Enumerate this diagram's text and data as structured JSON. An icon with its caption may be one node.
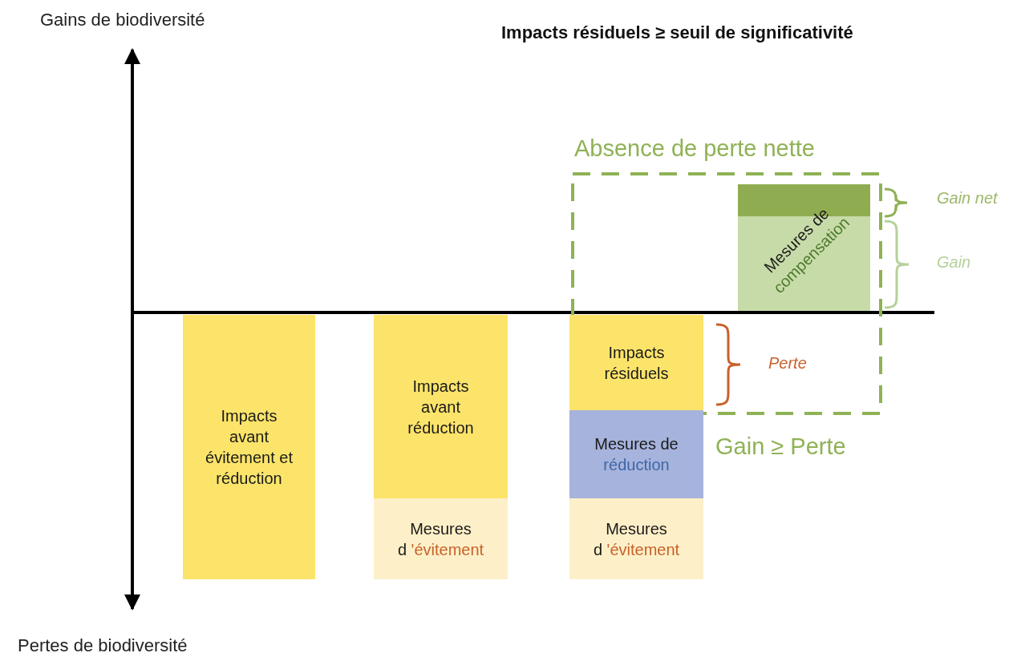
{
  "diagram": {
    "title": "Impacts résiduels ≥ seuil de significativité",
    "nodes": [
      {
        "text": [
          "Impacts avant évitement et réduction"
        ]
      },
      {
        "text": [
          "Impacts avant réduction"
        ]
      },
      {
        "text": [
          "Mesures d",
          "'évitement"
        ]
      },
      {
        "text": [
          "Absence de perte nette"
        ]
      },
      {
        "text": [
          "Mesures de",
          "compensation"
        ],
        "in": 3
      },
      {
        "text": [
          "Impacts résiduels"
        ],
        "in": 3
      },
      {
        "text": [
          "Mesures de",
          "réduction"
        ]
      },
      {
        "text": [
          "Mesures d",
          "'évitement"
        ]
      }
    ],
    "edges": [],
    "labels": [
      "Gains de biodiversité",
      "Gain net",
      "Gain",
      "Perte",
      "Gain ≥ Perte",
      "Pertes de biodiversité"
    ]
  }
}
